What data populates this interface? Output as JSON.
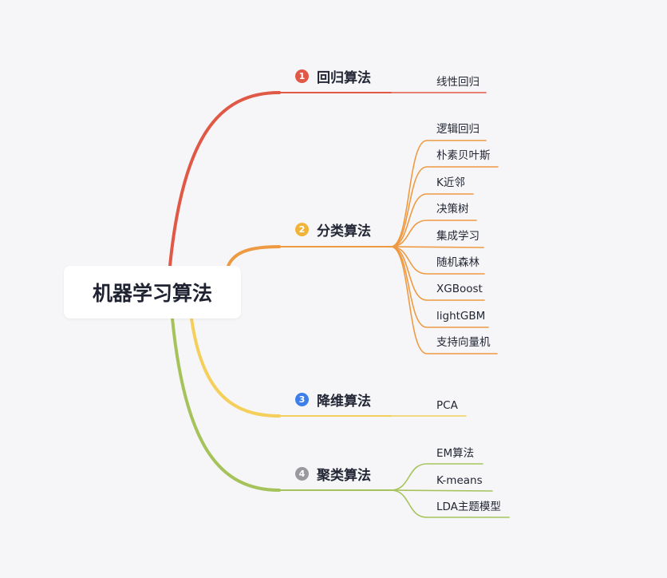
{
  "root": {
    "label": "机器学习算法"
  },
  "colors": {
    "branch1": "#e05846",
    "branch2": "#ee9a42",
    "branch3": "#f4cf5c",
    "branch4": "#a6c35b",
    "badge1": "#e05846",
    "badge2": "#f0b43a",
    "badge3": "#3d7ee8",
    "badge4": "#9a9a9e"
  },
  "branches": [
    {
      "badge": "1",
      "label": "回归算法",
      "leaves": [
        "线性回归"
      ]
    },
    {
      "badge": "2",
      "label": "分类算法",
      "leaves": [
        "逻辑回归",
        "朴素贝叶斯",
        "K近邻",
        "决策树",
        "集成学习",
        "随机森林",
        "XGBoost",
        "lightGBM",
        "支持向量机"
      ]
    },
    {
      "badge": "3",
      "label": "降维算法",
      "leaves": [
        "PCA"
      ]
    },
    {
      "badge": "4",
      "label": "聚类算法",
      "leaves": [
        "EM算法",
        "K-means",
        "LDA主题模型"
      ]
    }
  ]
}
